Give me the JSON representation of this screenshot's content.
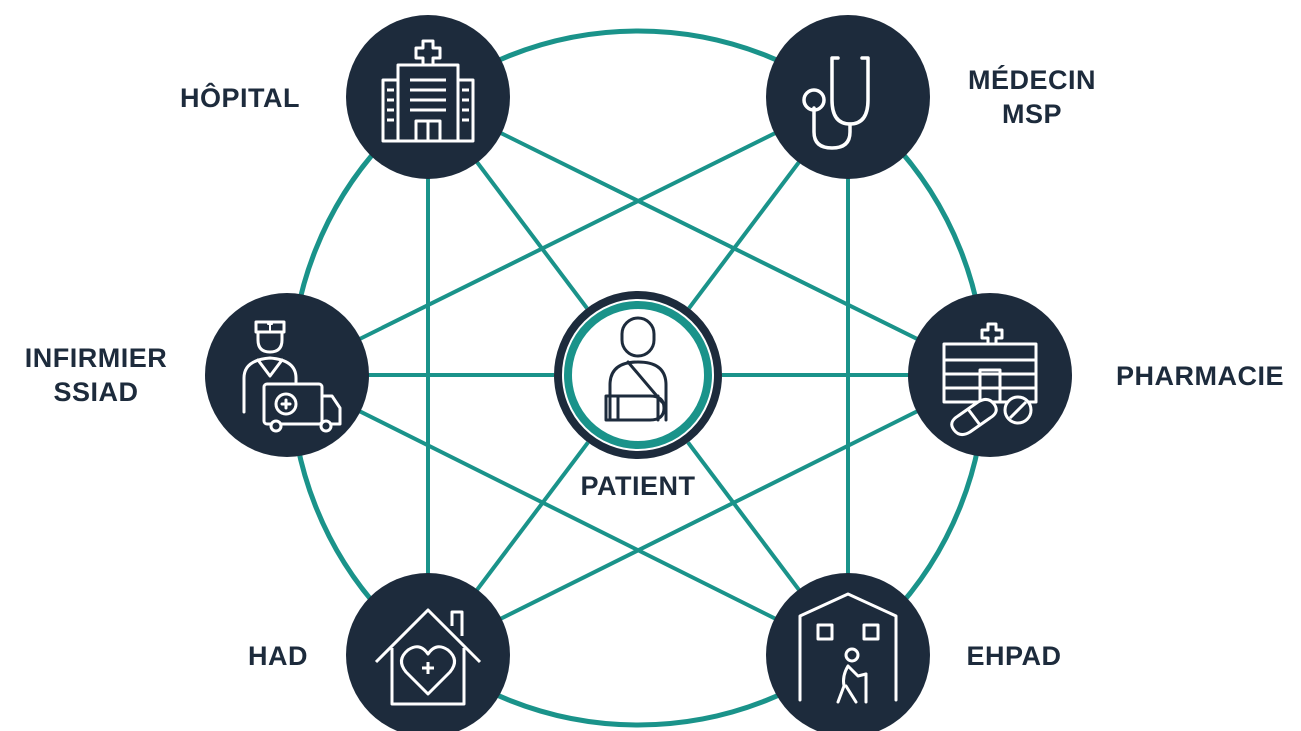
{
  "center": {
    "label": "PATIENT",
    "icon": "patient-arm-sling-icon"
  },
  "nodes": [
    {
      "id": "hopital",
      "lines": [
        "HÔPITAL"
      ],
      "icon": "hospital-building-icon"
    },
    {
      "id": "medecin",
      "lines": [
        "MÉDECIN",
        "MSP"
      ],
      "icon": "stethoscope-icon"
    },
    {
      "id": "pharmacie",
      "lines": [
        "PHARMACIE"
      ],
      "icon": "pharmacy-pills-icon"
    },
    {
      "id": "ehpad",
      "lines": [
        "EHPAD"
      ],
      "icon": "elderly-care-home-icon"
    },
    {
      "id": "had",
      "lines": [
        "HAD"
      ],
      "icon": "home-heart-cross-icon"
    },
    {
      "id": "infirmier",
      "lines": [
        "INFIRMIER",
        "SSIAD"
      ],
      "icon": "nurse-ambulance-icon"
    }
  ],
  "colors": {
    "node": "#1d2b3c",
    "connector": "#1a938a",
    "text": "#1d2b3c",
    "icon_stroke": "#ffffff"
  }
}
